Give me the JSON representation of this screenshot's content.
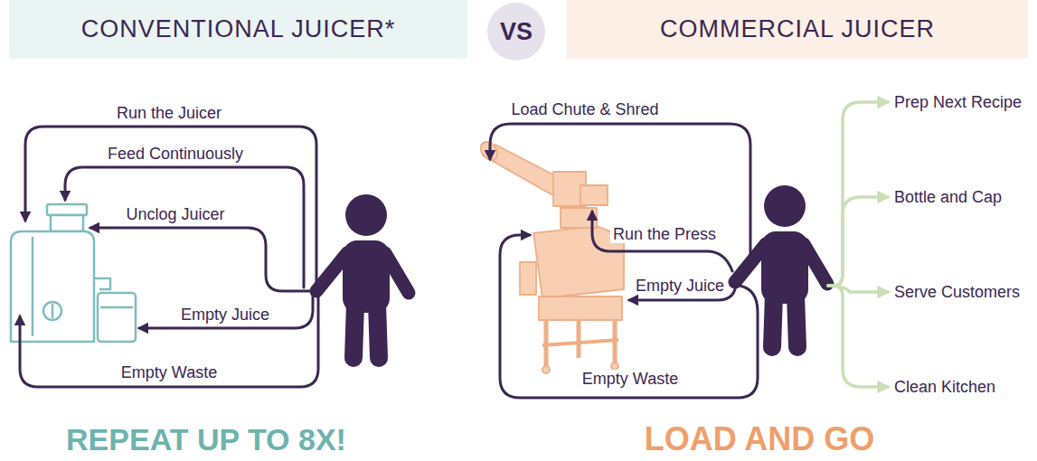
{
  "diagram": {
    "nodes": [
      {
        "text": [
          "CONVENTIONAL JUICER*"
        ]
      },
      {
        "text": [
          "VS"
        ]
      },
      {
        "text": [
          "COMMERCIAL JUICER"
        ]
      }
    ],
    "labels": [
      "Run the Juicer",
      "Feed Continuously",
      "Unclog Juicer",
      "Empty Juice",
      "Empty Waste",
      "REPEAT UP TO 8X!",
      "Load Chute & Shred",
      "Run the Press",
      "Empty Juice",
      "Empty Waste",
      "Prep Next Recipe",
      "Bottle and Cap",
      "Serve Customers",
      "Clean Kitchen",
      "LOAD AND GO"
    ]
  }
}
